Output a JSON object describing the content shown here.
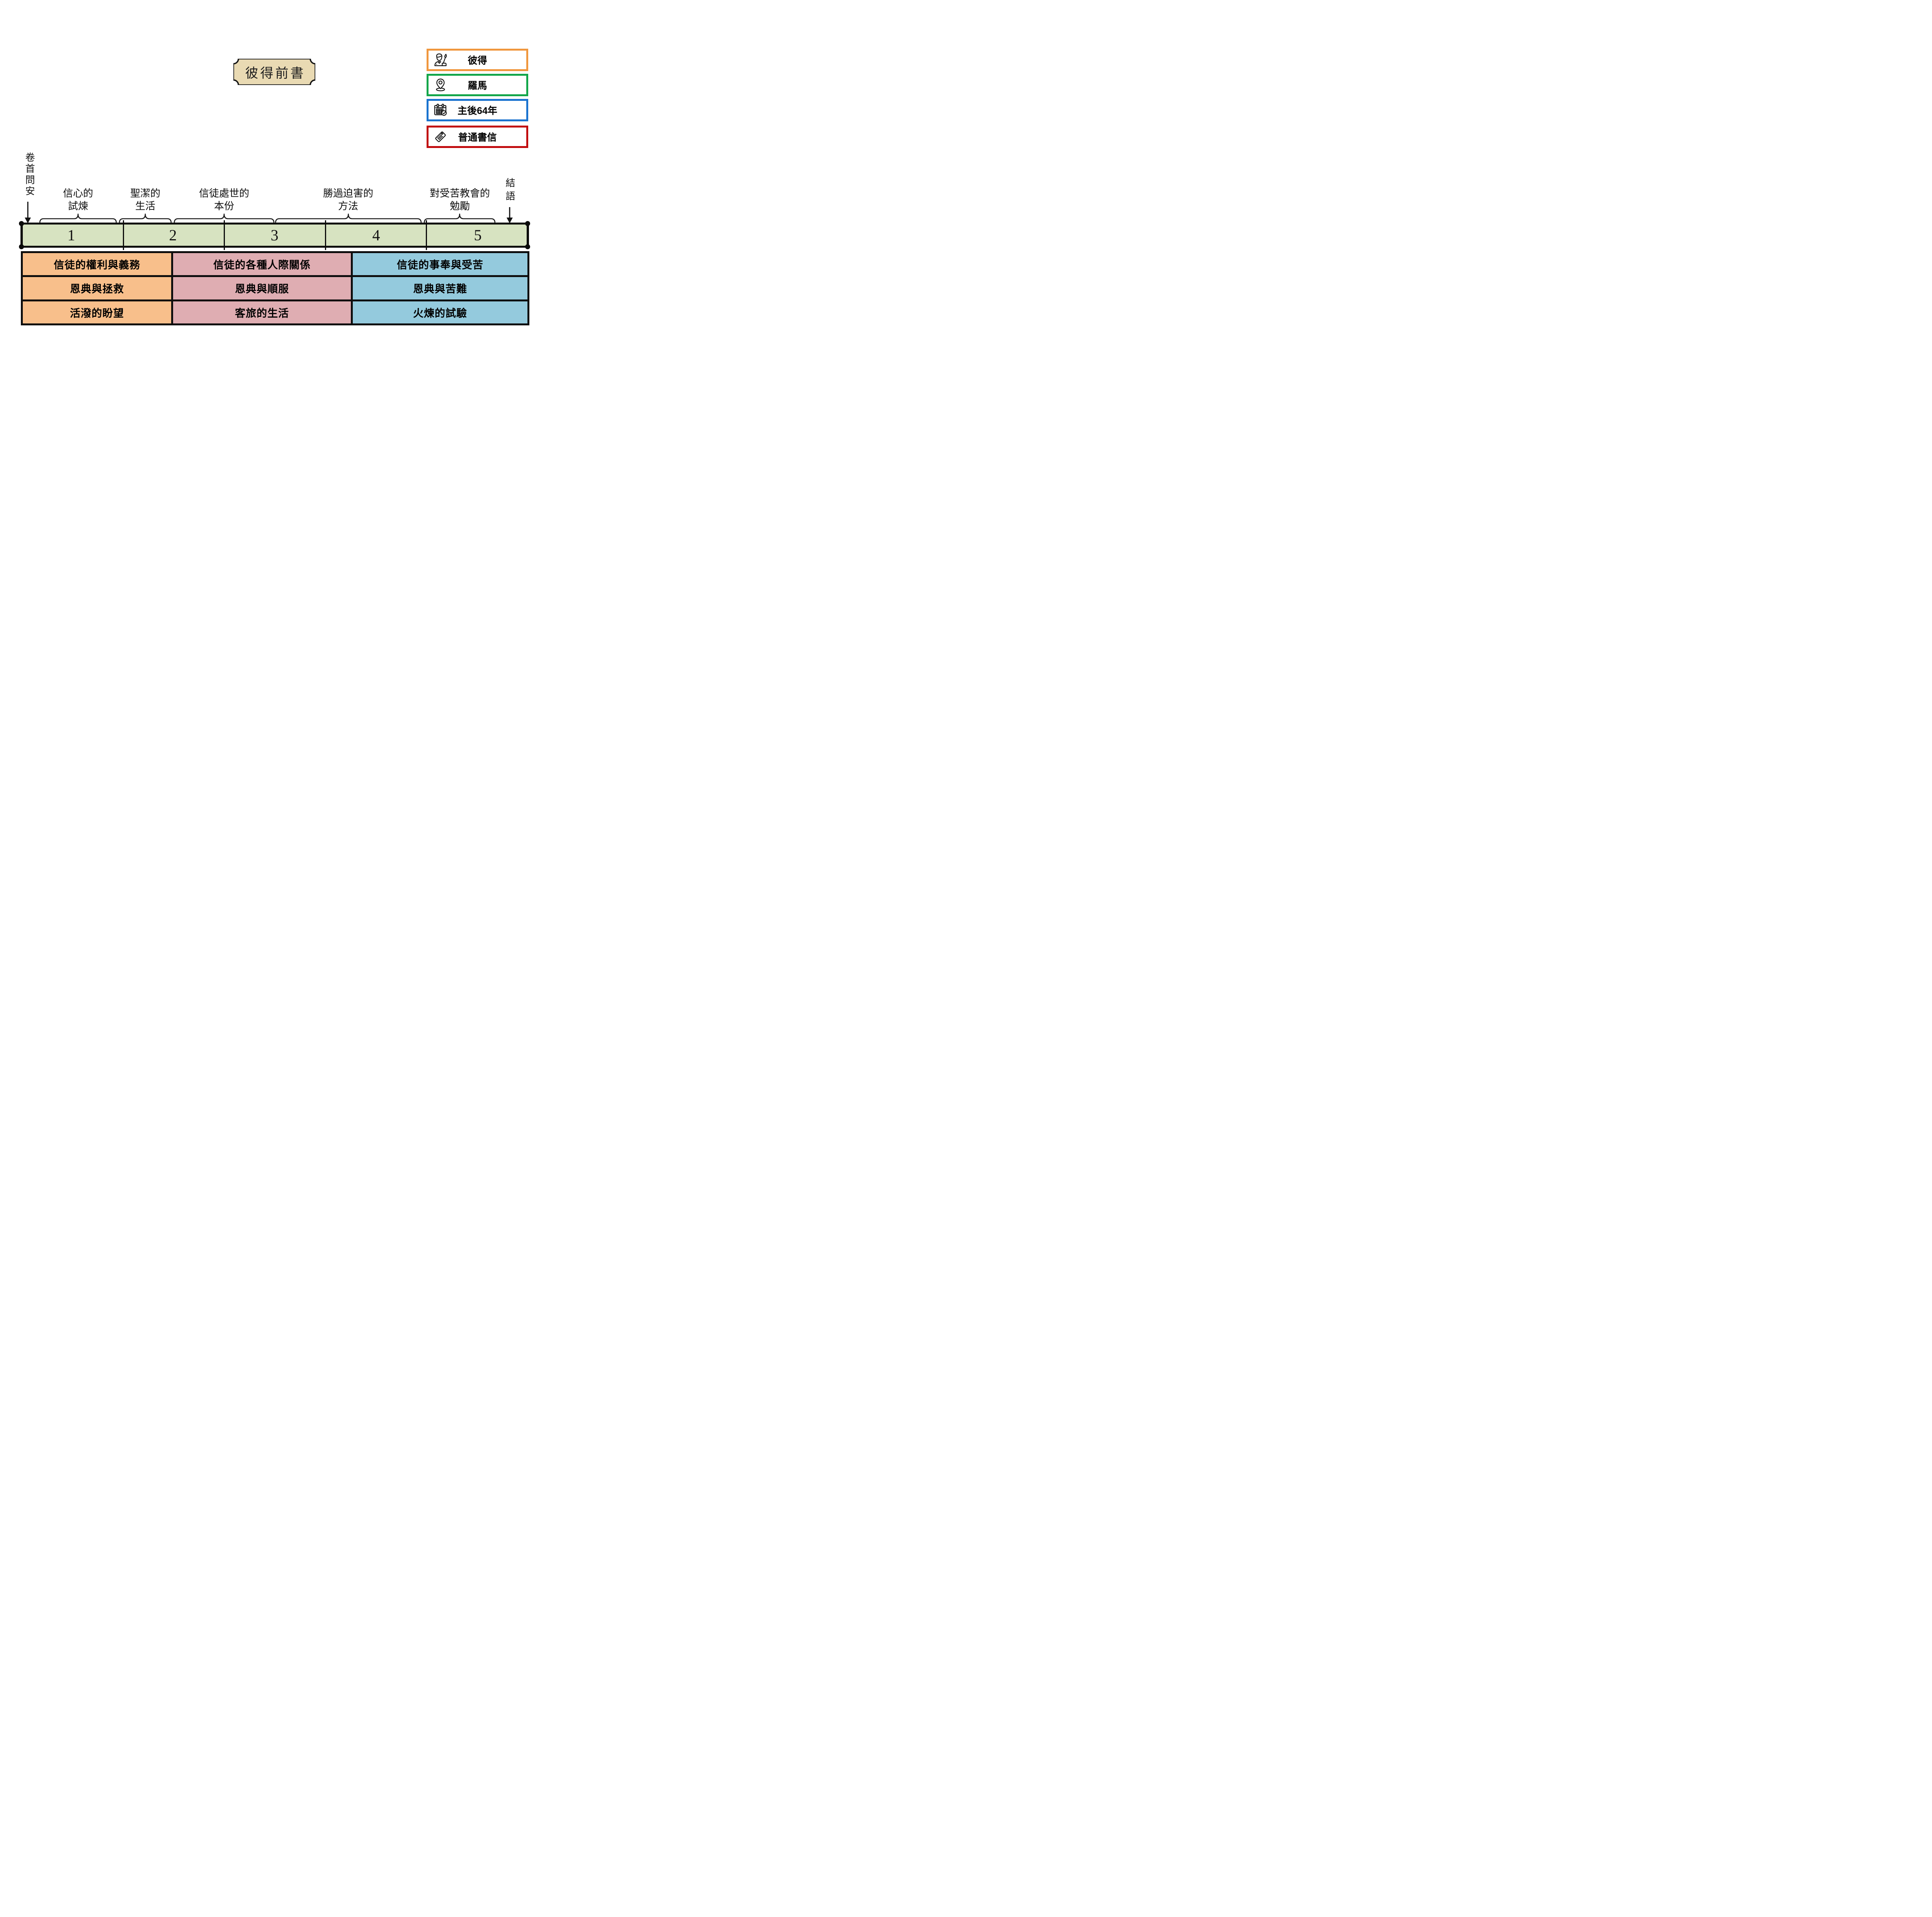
{
  "title": "彼得前書",
  "plaque_color": "#E9DAB3",
  "info_panel": {
    "items": [
      {
        "label": "彼得",
        "icon": "author-icon",
        "border_color": "#F0973E"
      },
      {
        "label": "羅馬",
        "icon": "location-icon",
        "border_color": "#12A64A"
      },
      {
        "label": "主後64年",
        "icon": "calendar-icon",
        "border_color": "#1A73CF"
      },
      {
        "label": "普通書信",
        "icon": "tag-icon",
        "border_color": "#C10B0E"
      }
    ]
  },
  "timeline": {
    "opening_label": "卷首問安",
    "closing_label": "結語",
    "bar_color": "#D7E3C1",
    "chapters": [
      "1",
      "2",
      "3",
      "4",
      "5"
    ],
    "sections": [
      {
        "line1": "信心的",
        "line2": "試煉"
      },
      {
        "line1": "聖潔的",
        "line2": "生活"
      },
      {
        "line1": "信徒處世的",
        "line2": "本份"
      },
      {
        "line1": "勝過迫害的",
        "line2": "方法"
      },
      {
        "line1": "對受苦教會的",
        "line2": "勉勵"
      }
    ]
  },
  "outline_table": {
    "columns": [
      {
        "theme_color": "#F8BF8B",
        "rows": [
          "信徒的權利與義務",
          "恩典與拯救",
          "活潑的盼望"
        ]
      },
      {
        "theme_color": "#DFADB2",
        "rows": [
          "信徒的各種人際關係",
          "恩典與順服",
          "客旅的生活"
        ]
      },
      {
        "theme_color": "#94CADD",
        "rows": [
          "信徒的事奉與受苦",
          "恩典與苦難",
          "火煉的試驗"
        ]
      }
    ]
  }
}
